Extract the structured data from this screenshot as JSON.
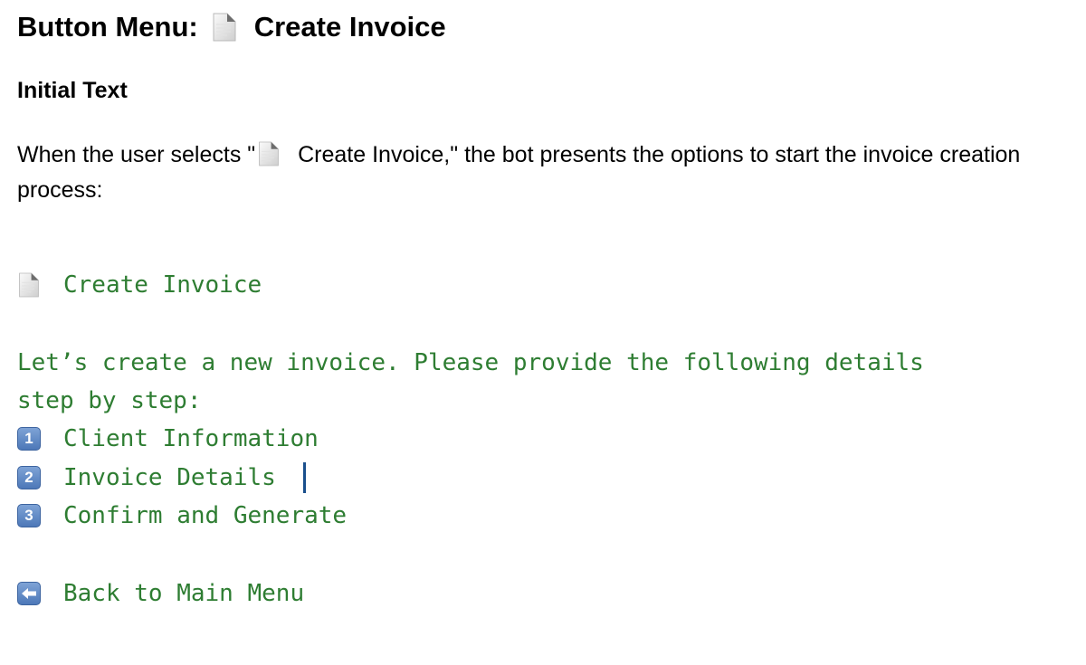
{
  "heading": {
    "prefix": "Button Menu:",
    "icon": "page-facing-up-icon",
    "title": "Create Invoice"
  },
  "subheading": "Initial Text",
  "paragraph": {
    "before": "When the user selects \"",
    "icon": "page-facing-up-icon",
    "after": " Create Invoice,\" the bot presents the options to start the invoice creation process:"
  },
  "bot_message": {
    "header_icon": "page-facing-up-icon",
    "header": "Create Invoice",
    "intro_line1": "Let’s create a new invoice. Please provide the following details",
    "intro_line2": "step by step:",
    "steps": [
      {
        "keycap": "1",
        "label": "Client Information"
      },
      {
        "keycap": "2",
        "label": "Invoice Details"
      },
      {
        "keycap": "3",
        "label": "Confirm and Generate"
      }
    ],
    "back_icon": "left-arrow-icon",
    "back_label": "Back to Main Menu"
  },
  "colors": {
    "code_text": "#2e7d32",
    "keycap": "#5a83c2"
  }
}
